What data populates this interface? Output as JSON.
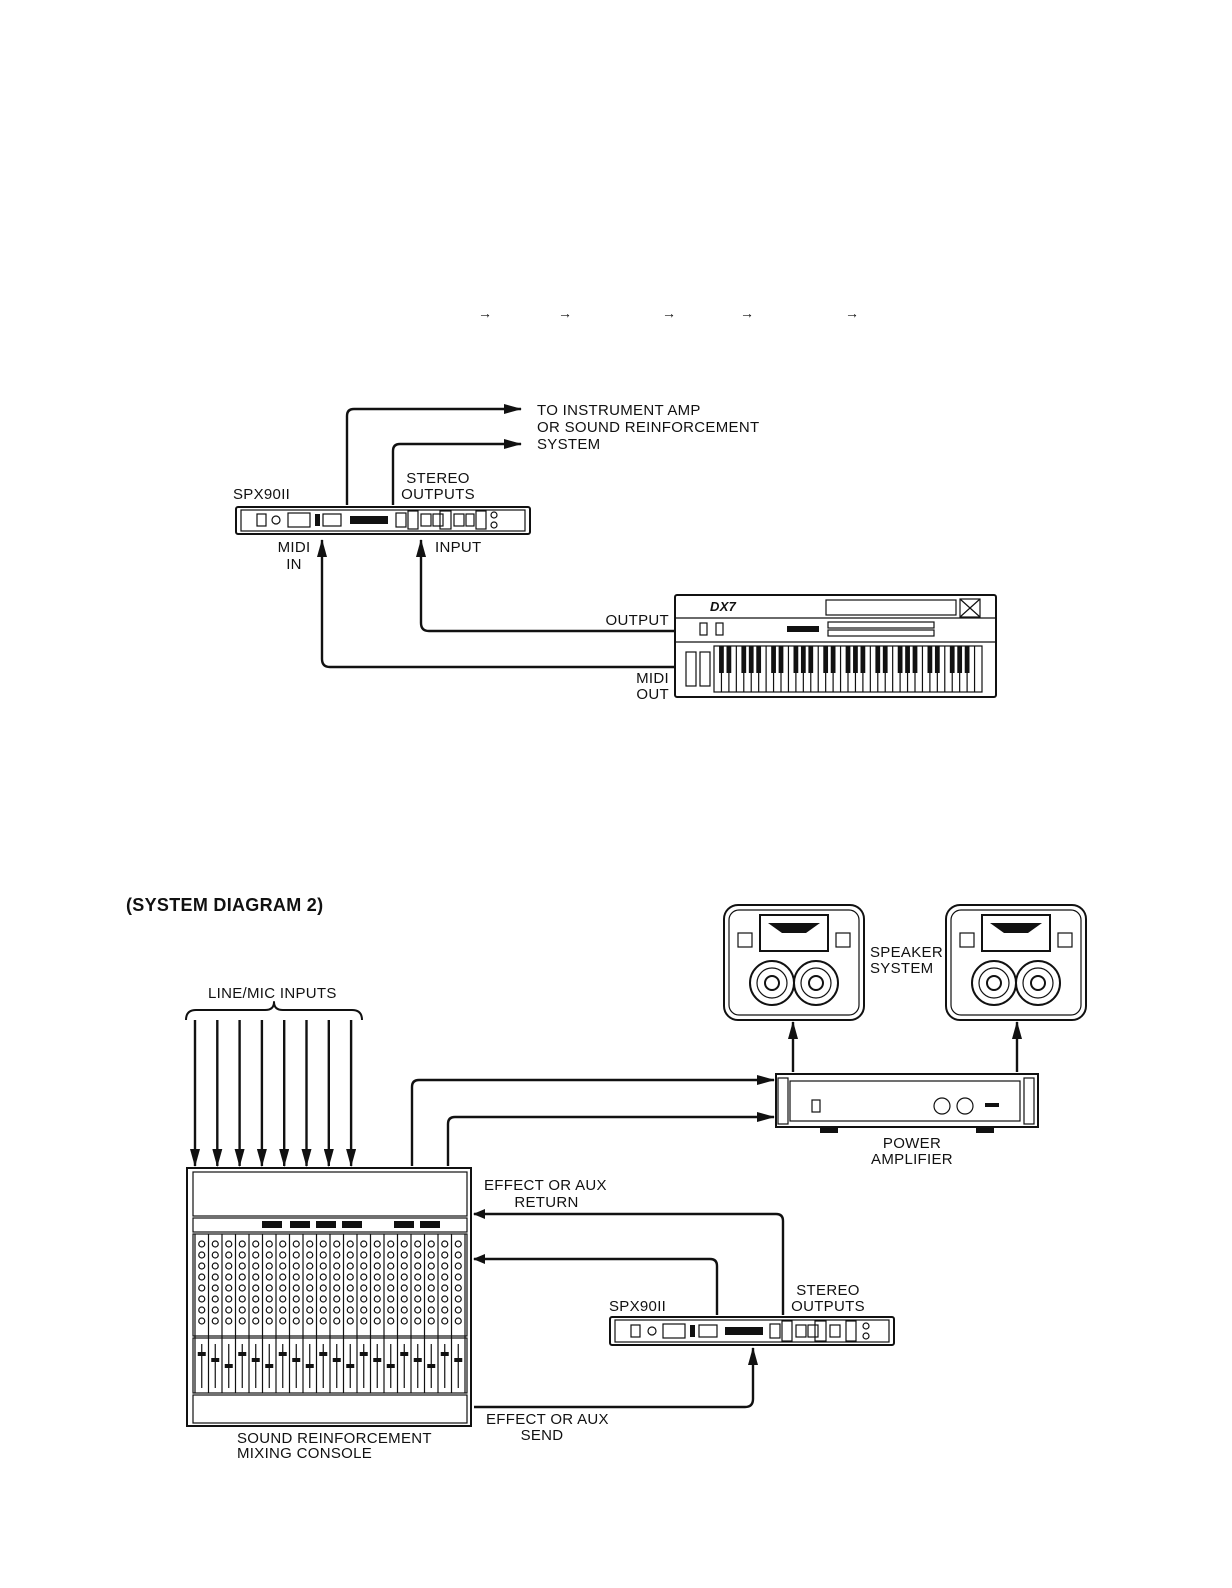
{
  "top_marks": [
    "→",
    "→",
    "→",
    "→",
    "→"
  ],
  "diagram1": {
    "amp_label": [
      "TO INSTRUMENT AMP",
      "OR SOUND REINFORCEMENT",
      "SYSTEM"
    ],
    "spx_label": "SPX90II",
    "stereo_outputs": [
      "STEREO",
      "OUTPUTS"
    ],
    "midi_in": [
      "MIDI",
      "IN"
    ],
    "input": "INPUT",
    "output": "OUTPUT",
    "midi_out": [
      "MIDI",
      "OUT"
    ],
    "keyboard_brand": "DX7"
  },
  "diagram2": {
    "title": "(SYSTEM DIAGRAM 2)",
    "line_mic_inputs": "LINE/MIC INPUTS",
    "speaker_system": [
      "SPEAKER",
      "SYSTEM"
    ],
    "power_amplifier": [
      "POWER",
      "AMPLIFIER"
    ],
    "effect_return": [
      "EFFECT OR AUX",
      "RETURN"
    ],
    "spx_label": "SPX90II",
    "stereo_outputs": [
      "STEREO",
      "OUTPUTS"
    ],
    "effect_send": [
      "EFFECT OR AUX",
      "SEND"
    ],
    "mixing_console": [
      "SOUND REINFORCEMENT",
      "MIXING CONSOLE"
    ]
  }
}
